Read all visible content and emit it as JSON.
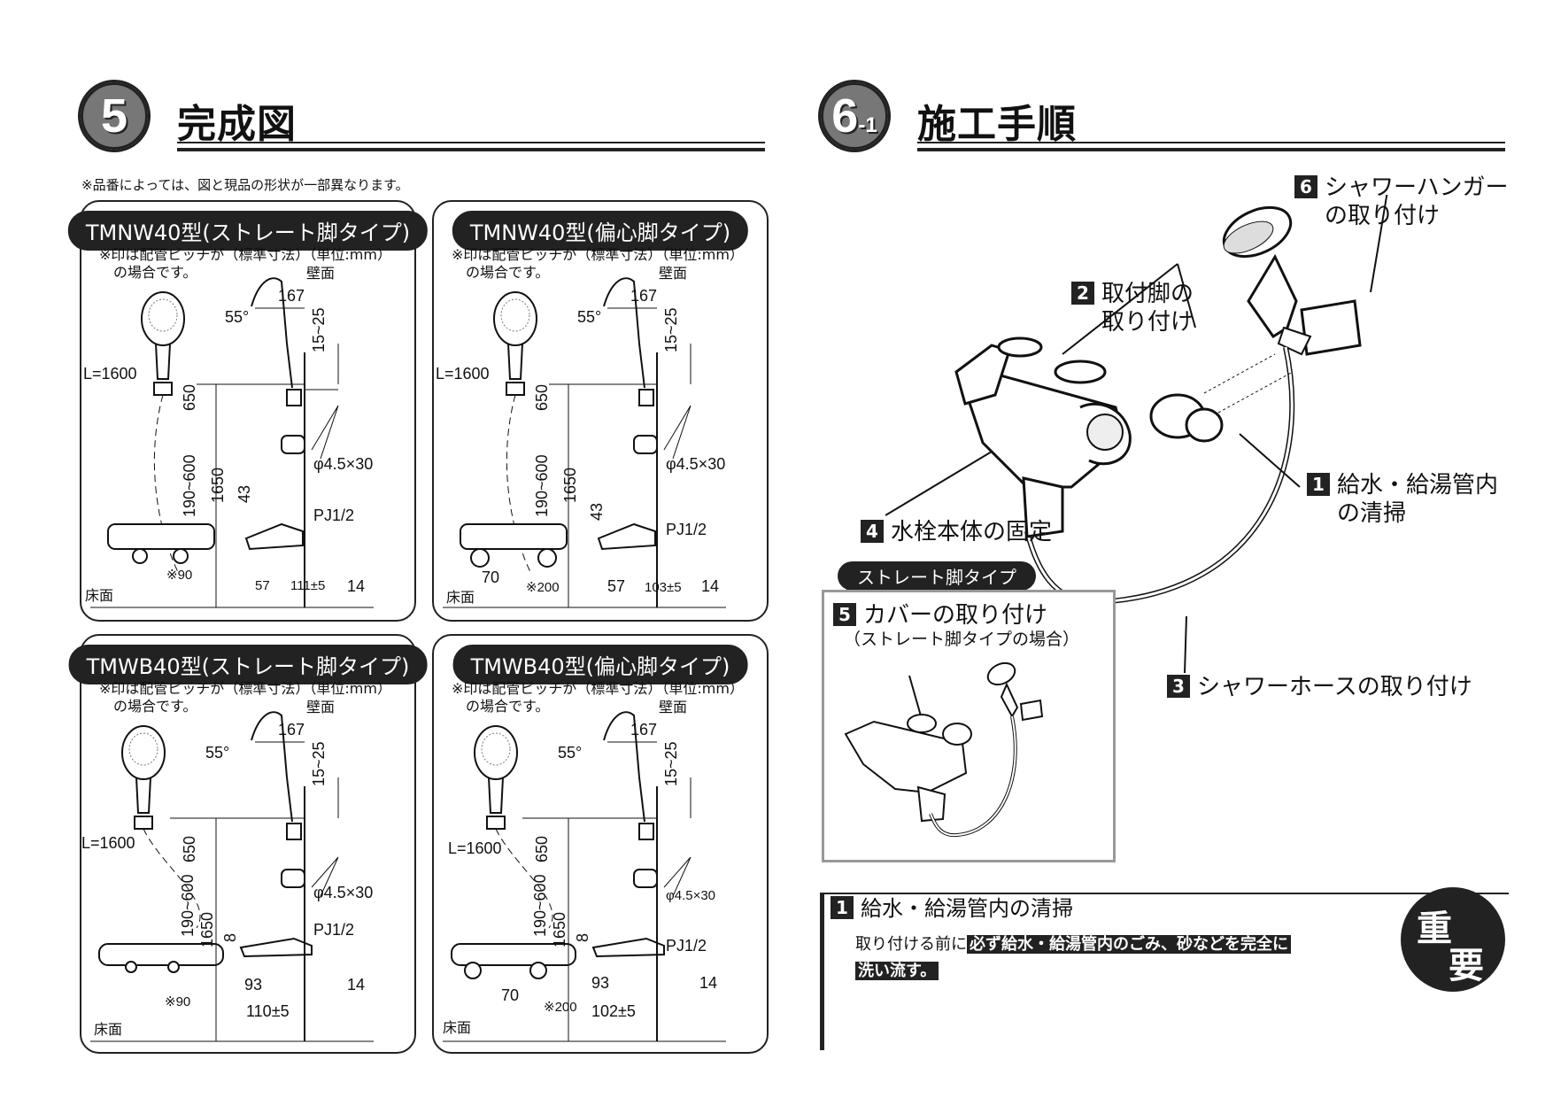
{
  "section5": {
    "number": "5",
    "title": "完成図"
  },
  "section6": {
    "number": "6",
    "suffix": "-1",
    "title": "施工手順"
  },
  "product_note": "※品番によっては、図と現品の形状が一部異なります。",
  "panels": [
    {
      "title": "TMNW40型(ストレート脚タイプ)",
      "note1": "※印は配管ピッチが（標準寸法）（単位:mm）",
      "note2": "の場合です。",
      "labels": {
        "wall": "壁面",
        "floor": "床面",
        "hose": "L=1600",
        "angle": "55°",
        "d167": "167",
        "d15_25": "15~25",
        "d650": "650",
        "d1650": "1650",
        "d190_600": "190~600",
        "d43": "43",
        "screw": "φ4.5×30",
        "pj": "PJ1/2",
        "pitch": "※90",
        "d57": "57",
        "d111": "111±5",
        "d14": "14"
      }
    },
    {
      "title": "TMNW40型(偏心脚タイプ)",
      "note1": "※印は配管ピッチが（標準寸法）（単位:mm）",
      "note2": "の場合です。",
      "labels": {
        "wall": "壁面",
        "floor": "床面",
        "hose": "L=1600",
        "angle": "55°",
        "d167": "167",
        "d15_25": "15~25",
        "d650": "650",
        "d1650": "1650",
        "d190_600": "190~600",
        "d43": "43",
        "screw": "φ4.5×30",
        "pj": "PJ1/2",
        "pitch": "※200",
        "d70": "70",
        "d57": "57",
        "d103": "103±5",
        "d14": "14"
      }
    },
    {
      "title": "TMWB40型(ストレート脚タイプ)",
      "note1": "※印は配管ピッチが（標準寸法）（単位:mm）",
      "note2": "の場合です。",
      "labels": {
        "wall": "壁面",
        "floor": "床面",
        "hose": "L=1600",
        "angle": "55°",
        "d167": "167",
        "d15_25": "15~25",
        "d650": "650",
        "d1650": "1650",
        "d190_600": "190~600",
        "d8": "8",
        "screw": "φ4.5×30",
        "pj": "PJ1/2",
        "pitch": "※90",
        "d93": "93",
        "d110": "110±5",
        "d14": "14"
      }
    },
    {
      "title": "TMWB40型(偏心脚タイプ)",
      "note1": "※印は配管ピッチが（標準寸法）（単位:mm）",
      "note2": "の場合です。",
      "labels": {
        "wall": "壁面",
        "floor": "床面",
        "hose": "L=1600",
        "angle": "55°",
        "d167": "167",
        "d15_25": "15~25",
        "d650": "650",
        "d1650": "1650",
        "d190_600": "190~600",
        "d8": "8",
        "screw": "φ4.5×30",
        "pj": "PJ1/2",
        "pitch": "※200",
        "d70": "70",
        "d93": "93",
        "d102": "102±5",
        "d14": "14"
      }
    }
  ],
  "steps": {
    "s1": {
      "num": "1",
      "line1": "給水・給湯管内",
      "line2": "の清掃"
    },
    "s2": {
      "num": "2",
      "line1": "取付脚の",
      "line2": "取り付け"
    },
    "s3": {
      "num": "3",
      "line1": "シャワーホースの取り付け"
    },
    "s4": {
      "num": "4",
      "line1": "水栓本体の固定"
    },
    "s5": {
      "num": "5",
      "line1": "カバーの取り付け",
      "line2": "（ストレート脚タイプの場合）"
    },
    "s6": {
      "num": "6",
      "line1": "シャワーハンガー",
      "line2": "の取り付け"
    }
  },
  "straight_pill": "ストレート脚タイプ",
  "cleaning": {
    "num": "1",
    "heading": "給水・給湯管内の清掃",
    "lead": "取り付ける前に",
    "highlight1": "必ず給水・給湯管内のごみ、砂などを完全に",
    "highlight2": "洗い流す。"
  },
  "importance": {
    "char1": "重",
    "char2": "要"
  }
}
